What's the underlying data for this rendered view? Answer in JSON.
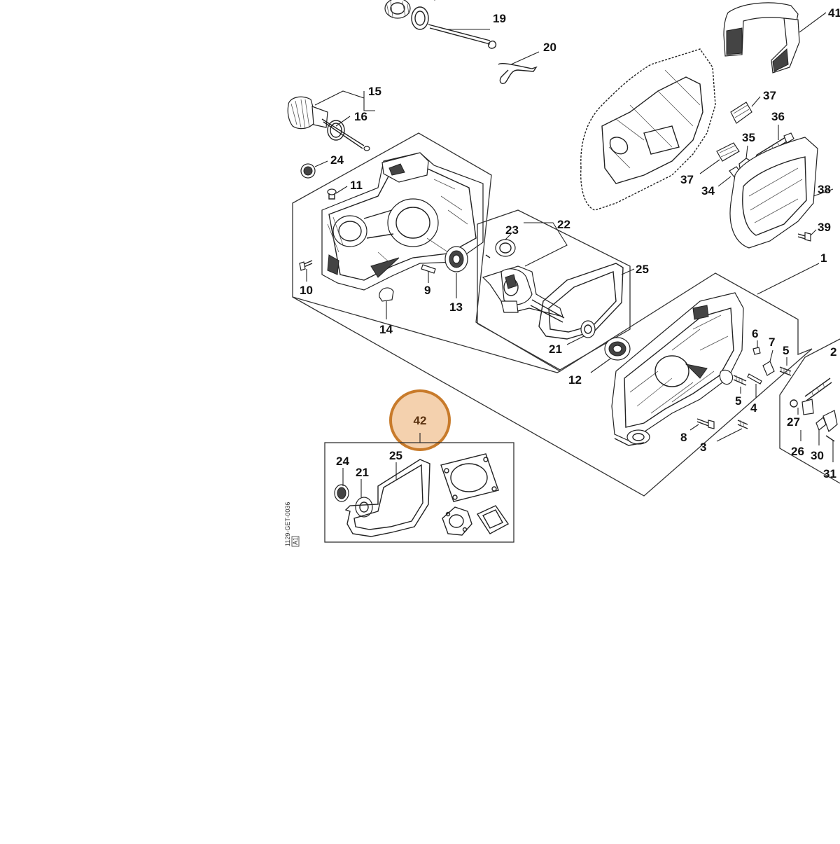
{
  "diagram": {
    "callouts": {
      "c41": "41",
      "c19": "19",
      "c20": "20",
      "c15": "15",
      "c16": "16",
      "c37a": "37",
      "c36": "36",
      "c35": "35",
      "c37b": "37",
      "c34": "34",
      "c38": "38",
      "c39": "39",
      "c1": "1",
      "c24a": "24",
      "c11": "11",
      "c23": "23",
      "c22": "22",
      "c25a": "25",
      "c10": "10",
      "c9": "9",
      "c13": "13",
      "c14": "14",
      "c21a": "21",
      "c12": "12",
      "c6": "6",
      "c7": "7",
      "c5a": "5",
      "c2": "2",
      "c5b": "5",
      "c4": "4",
      "c27": "27",
      "c8": "8",
      "c3": "3",
      "c26": "26",
      "c30": "30",
      "c31": "31",
      "c24b": "24",
      "c21b": "21",
      "c25b": "25"
    },
    "hotspot": {
      "label": "42",
      "color": "#c87b2b",
      "fill": "#f2c9a0"
    },
    "figure_code": "1129-GET-0036",
    "figure_code_box": "A1"
  }
}
